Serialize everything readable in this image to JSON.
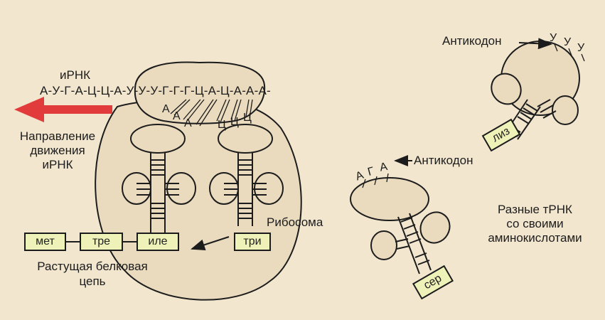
{
  "mrna": {
    "label": "иРНК",
    "sequence": "А-У-Г-А-Ц-Ц-А-У-У-У-Г-Г-Г-Ц-А-Ц-А-А-А-"
  },
  "direction": {
    "line1": "Направление",
    "line2": "движения",
    "line3": "иРНК"
  },
  "ribosome": {
    "label": "Рибосома",
    "left_anticodon": [
      "А",
      "А",
      "А"
    ],
    "right_anticodon": [
      "Ц",
      "Ц",
      "Ц"
    ]
  },
  "chain": {
    "amino_acids": [
      "мет",
      "тре",
      "иле"
    ],
    "incoming": "три",
    "label_line1": "Растущая белковая",
    "label_line2": "цепь"
  },
  "trna_lys": {
    "anticodon_label": "Антикодон",
    "bases": [
      "У",
      "У",
      "У"
    ],
    "amino_acid": "лиз"
  },
  "trna_ser": {
    "anticodon_label": "Антикодон",
    "bases": [
      "А",
      "Г",
      "А"
    ],
    "amino_acid": "сер"
  },
  "caption": {
    "line1": "Разные тРНК",
    "line2": "со своими",
    "line3": "аминокислотами"
  },
  "colors": {
    "background": "#f2e6cf",
    "ribosome_fill": "#eadbbf",
    "box_fill": "#eef2b8",
    "arrow": "#e23b3b",
    "stroke": "#1c1c1c"
  }
}
